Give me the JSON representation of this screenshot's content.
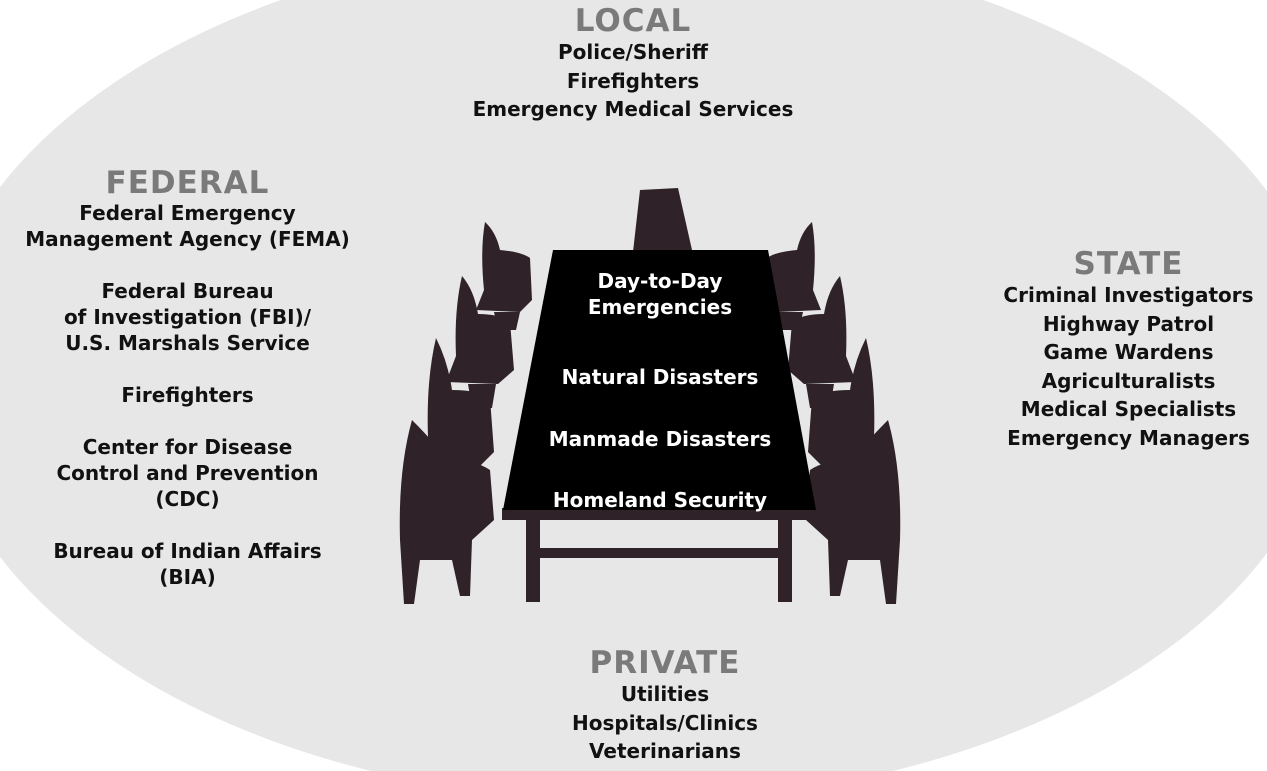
{
  "colors": {
    "background_oval": "#e7e7e7",
    "furniture": "#2f2228",
    "table_top": "#000000",
    "heading": "#7a7a7a",
    "text": "#111111",
    "table_text": "#ffffff"
  },
  "groups": {
    "local": {
      "heading": "LOCAL",
      "items": [
        "Police/Sheriff",
        "Firefighters",
        "Emergency Medical Services"
      ]
    },
    "federal": {
      "heading": "FEDERAL",
      "items": [
        [
          "Federal Emergency",
          "Management Agency (FEMA)"
        ],
        [
          "Federal Bureau",
          "of Investigation (FBI)/",
          "U.S. Marshals Service"
        ],
        [
          "Firefighters"
        ],
        [
          "Center for Disease",
          "Control and Prevention",
          "(CDC)"
        ],
        [
          "Bureau of Indian Affairs",
          "(BIA)"
        ]
      ]
    },
    "state": {
      "heading": "STATE",
      "items": [
        "Criminal Investigators",
        "Highway Patrol",
        "Game Wardens",
        "Agriculturalists",
        "Medical Specialists",
        "Emergency Managers"
      ]
    },
    "private": {
      "heading": "PRIVATE",
      "items": [
        "Utilities",
        "Hospitals/Clinics",
        "Veterinarians"
      ]
    }
  },
  "table_topics": [
    [
      "Day-to-Day",
      "Emergencies"
    ],
    [
      "Natural Disasters"
    ],
    [
      "Manmade Disasters"
    ],
    [
      "Homeland Security"
    ]
  ]
}
